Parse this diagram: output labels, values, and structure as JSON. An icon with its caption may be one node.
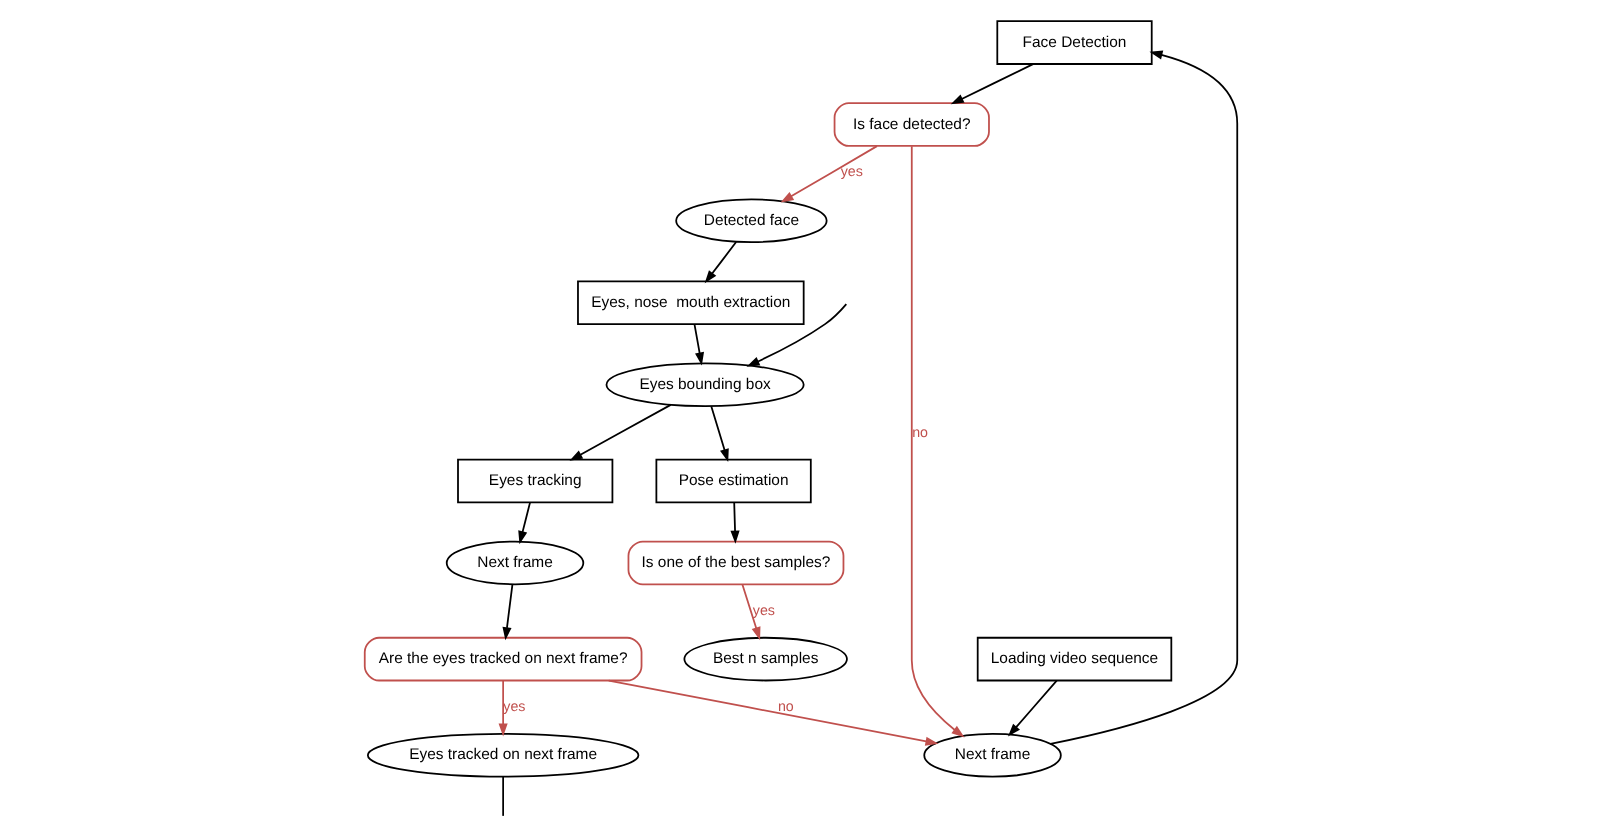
{
  "diagram": {
    "nodes": [
      {
        "text": [
          "Face Detection"
        ]
      },
      {
        "text": [
          "Next frame"
        ]
      },
      {
        "text": [
          "Is face detected?"
        ]
      },
      {
        "text": [
          "Loading video sequence"
        ]
      },
      {
        "text": [
          "Detected face"
        ]
      },
      {
        "text": [
          "Eyes, nose  mouth extraction"
        ]
      },
      {
        "text": [
          "Are the eyes tracked on next frame?"
        ]
      },
      {
        "text": [
          "Eyes tracked on next frame"
        ]
      },
      {
        "text": [
          "Next frame"
        ]
      },
      {
        "text": [
          "Eyes tracking"
        ]
      },
      {
        "text": [
          "Eyes bounding box"
        ]
      },
      {
        "text": [
          "Best n samples"
        ]
      },
      {
        "text": [
          "Is one of the best samples?"
        ]
      },
      {
        "text": [
          "Pose estimation"
        ]
      }
    ],
    "edges": [
      {
        "from": 1,
        "to": 0,
        "arrow": "to"
      },
      {
        "from": 0,
        "to": 2,
        "arrow": "to"
      },
      {
        "from": 2,
        "to": 1,
        "arrow": "to",
        "label": "no",
        "color": "#c0504d"
      },
      {
        "from": 2,
        "to": 4,
        "arrow": "to",
        "label": "yes",
        "color": "#c0504d"
      },
      {
        "from": 3,
        "to": 1,
        "arrow": "to"
      },
      {
        "from": 4,
        "to": 5,
        "arrow": "to"
      },
      {
        "from": 5,
        "to": 10,
        "arrow": "to"
      },
      {
        "from": 10,
        "to": 9,
        "arrow": "to"
      },
      {
        "from": 9,
        "to": 8,
        "arrow": "to"
      },
      {
        "from": 8,
        "to": 6,
        "arrow": "to"
      },
      {
        "from": 6,
        "to": 7,
        "arrow": "to",
        "label": "yes",
        "color": "#c0504d"
      },
      {
        "from": 6,
        "to": 1,
        "arrow": "to",
        "label": "no",
        "color": "#c0504d"
      },
      {
        "from": 10,
        "to": 13,
        "arrow": "to"
      },
      {
        "from": 13,
        "to": 12,
        "arrow": "to"
      },
      {
        "from": 12,
        "to": 11,
        "arrow": "to",
        "label": "yes",
        "color": "#c0504d"
      },
      {
        "from": 7,
        "to": null,
        "arrow": "none"
      },
      {
        "from": null,
        "to": 10,
        "arrow": "to"
      }
    ]
  }
}
